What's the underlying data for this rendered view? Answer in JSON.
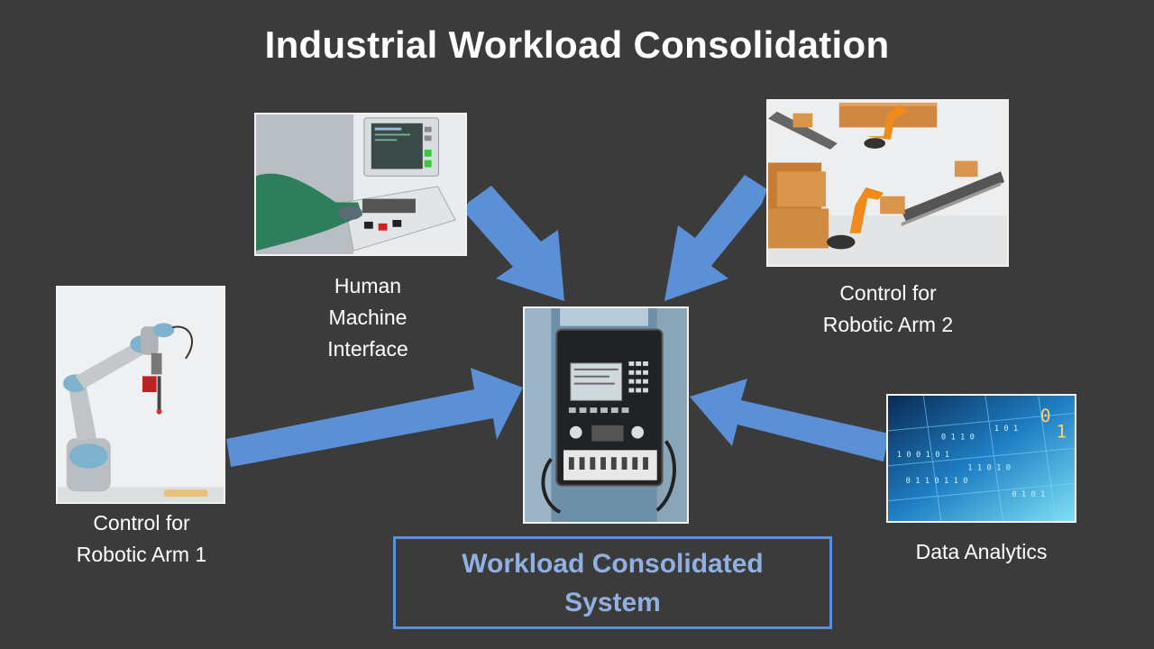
{
  "title": "Industrial Workload Consolidation",
  "nodes": {
    "hmi": {
      "label_lines": [
        "Human",
        "Machine",
        "Interface"
      ],
      "image": "operator-control-panel-photo"
    },
    "arm1": {
      "label_lines": [
        "Control for",
        "Robotic Arm 1"
      ],
      "image": "collaborative-robot-arm-photo"
    },
    "arm2": {
      "label_lines": [
        "Control for",
        "Robotic Arm 2"
      ],
      "image": "orange-robot-conveyor-photo"
    },
    "analytics": {
      "label_lines": [
        "Data Analytics"
      ],
      "image": "blue-digital-data-photo"
    },
    "system": {
      "label_lines": [
        "Workload Consolidated",
        "System"
      ],
      "image": "cnc-control-unit-photo"
    }
  },
  "edges": [
    {
      "from": "hmi",
      "to": "system"
    },
    {
      "from": "arm2",
      "to": "system"
    },
    {
      "from": "arm1",
      "to": "system"
    },
    {
      "from": "analytics",
      "to": "system"
    }
  ],
  "colors": {
    "background": "#3b3b3b",
    "arrow": "#5b8fd6",
    "system_text": "#8fb0e0",
    "text": "#ffffff"
  }
}
